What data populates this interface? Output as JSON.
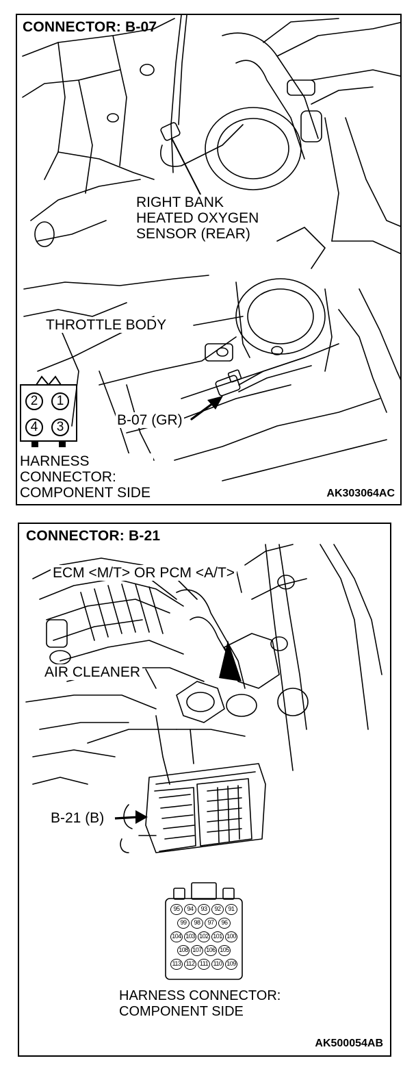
{
  "panel_top": {
    "title": "CONNECTOR: B-07",
    "sensor_label": [
      "RIGHT BANK",
      "HEATED OXYGEN",
      "SENSOR (REAR)"
    ],
    "throttle_label": "THROTTLE BODY",
    "connector_callout": "B-07 (GR)",
    "pins": [
      "2",
      "1",
      "4",
      "3"
    ],
    "harness_label": [
      "HARNESS",
      "CONNECTOR:",
      "COMPONENT SIDE"
    ],
    "figure_code": "AK303064AC"
  },
  "panel_bottom": {
    "title": "CONNECTOR: B-21",
    "ecm_label": "ECM <M/T> OR PCM <A/T>",
    "air_cleaner_label": "AIR CLEANER",
    "connector_callout": "B-21 (B)",
    "pin_rows": [
      [
        "95",
        "94",
        "93",
        "92",
        "91"
      ],
      [
        "99",
        "98",
        "97",
        "96"
      ],
      [
        "104",
        "103",
        "102",
        "101",
        "100"
      ],
      [
        "108",
        "107",
        "106",
        "105"
      ],
      [
        "113",
        "112",
        "111",
        "110",
        "109"
      ]
    ],
    "harness_label": [
      "HARNESS CONNECTOR:",
      "COMPONENT SIDE"
    ],
    "figure_code": "AK500054AB"
  }
}
